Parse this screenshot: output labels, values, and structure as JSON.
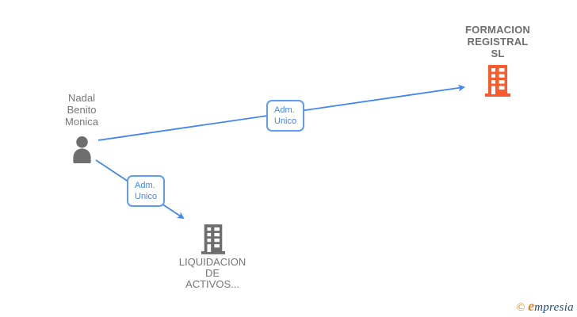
{
  "colors": {
    "background": "#FFFFFF",
    "accent_orange": "#FB5A2D",
    "icon_gray": "#6E6E6E",
    "text_gray": "#757575",
    "edge_blue": "#4285F4",
    "edge_border_blue": "#5E9CF5",
    "logo_orange": "#E8821E",
    "logo_blue": "#1D4E89"
  },
  "diagram": {
    "person": {
      "name": "Nadal Benito Monica",
      "lines": [
        "Nadal",
        "Benito",
        "Monica"
      ],
      "icon": "person-silhouette-icon"
    },
    "companies": [
      {
        "name": "FORMACION REGISTRAL SL",
        "lines": [
          "FORMACION",
          "REGISTRAL",
          "SL"
        ],
        "icon": "building-icon",
        "emphasis": "orange"
      },
      {
        "name": "LIQUIDACION DE ACTIVOS...",
        "lines": [
          "LIQUIDACION",
          "DE",
          "ACTIVOS..."
        ],
        "icon": "building-icon",
        "emphasis": "gray"
      }
    ],
    "edges": [
      {
        "from": "Nadal Benito Monica",
        "to": "FORMACION REGISTRAL SL",
        "label": "Adm. Unico",
        "label_lines": [
          "Adm.",
          "Unico"
        ]
      },
      {
        "from": "Nadal Benito Monica",
        "to": "LIQUIDACION DE ACTIVOS...",
        "label": "Adm. Unico",
        "label_lines": [
          "Adm.",
          "Unico"
        ]
      }
    ]
  },
  "watermark": {
    "copyright": "©",
    "brand": "empresia",
    "brand_first_letter": "e",
    "brand_rest": "mpresia"
  }
}
